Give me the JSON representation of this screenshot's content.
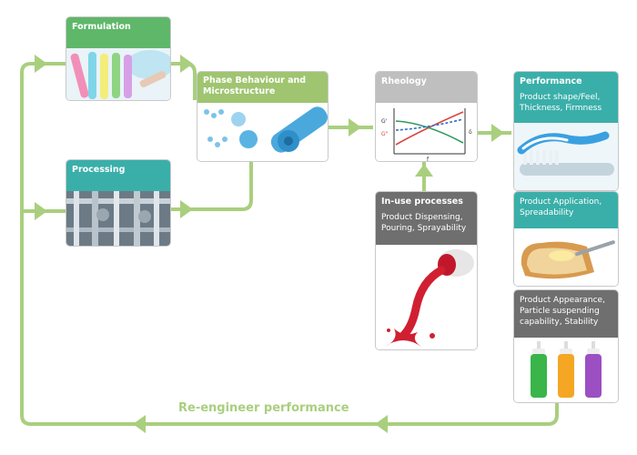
{
  "colors": {
    "flow_green": "#a9cf7e",
    "header_green": "#5fb76a",
    "header_teal": "#3aafa9",
    "header_gray": "#bfbfbf",
    "header_dark": "#6f6f6f",
    "header_lime": "#9fc570"
  },
  "formulation": {
    "title": "Formulation"
  },
  "processing": {
    "title": "Processing"
  },
  "phase": {
    "title": "Phase Behaviour and Microstructure"
  },
  "rheology": {
    "title": "Rheology",
    "plot_labels": {
      "gp": "G'",
      "gpp": "G\"",
      "x": "f",
      "right": "δ"
    }
  },
  "in_use": {
    "title": "In-use processes",
    "text": "Product Dispensing, Pouring, Sprayability"
  },
  "performance": {
    "title": "Performance",
    "text": "Product shape/Feel, Thickness, Firmness"
  },
  "application": {
    "text": "Product Application, Spreadability"
  },
  "appearance": {
    "text": "Product Appearance, Particle suspending capability, Stability"
  },
  "loop_label": "Re-engineer performance",
  "icons": [
    "test-tubes-image",
    "pipes-machinery-image",
    "nanotube-image",
    "rheology-plot",
    "paint-pour-image",
    "toothbrush-image",
    "toast-butter-image",
    "bottles-image"
  ]
}
